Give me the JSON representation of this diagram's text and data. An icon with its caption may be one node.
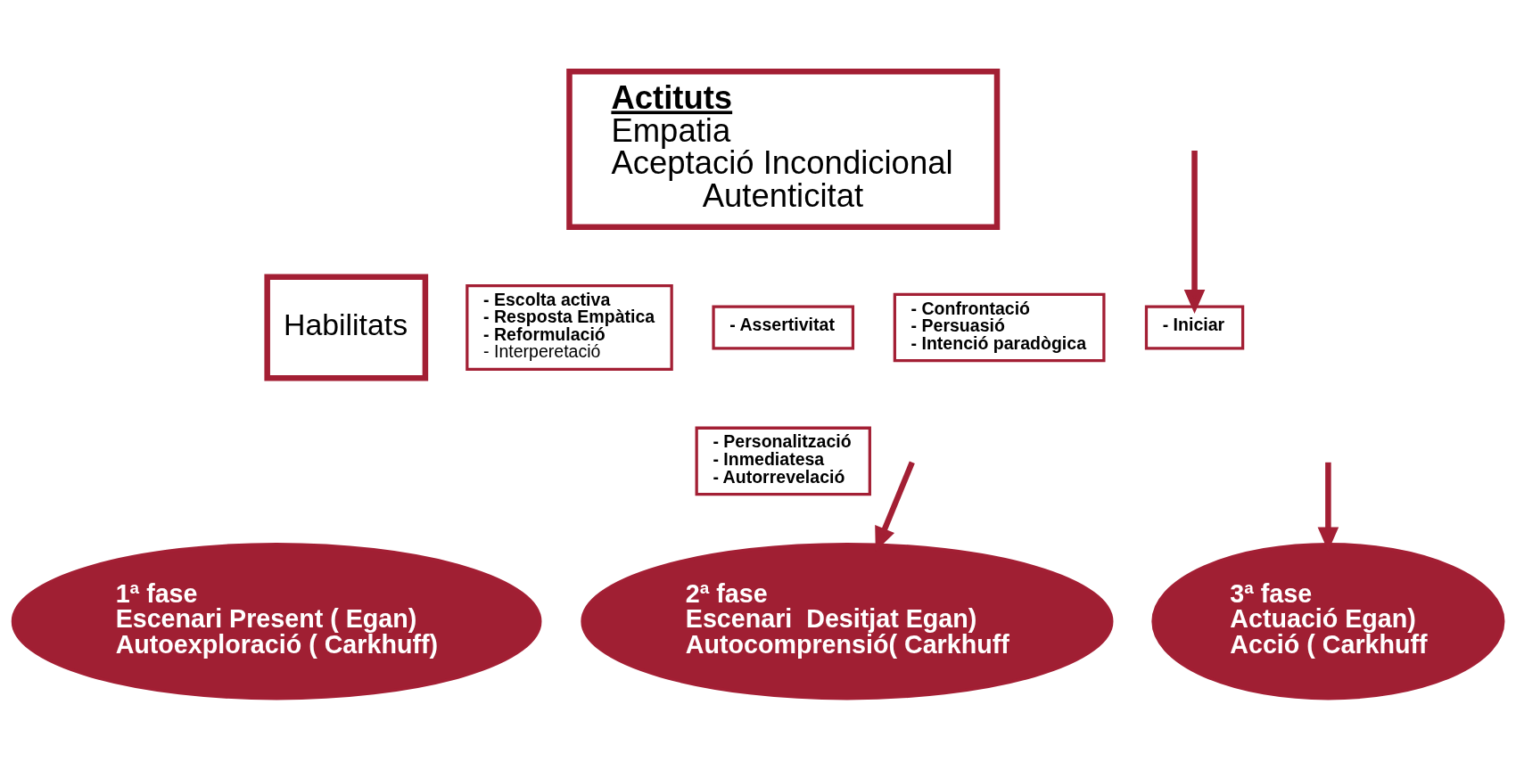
{
  "diagram": {
    "nodes": [
      {
        "text": [
          "Actituts",
          "Empatia",
          "Aceptació Incondicional",
          "Autenticitat"
        ]
      },
      {
        "text": [
          "Habilitats"
        ]
      },
      {
        "text": [
          "- Escolta activa",
          "- Resposta Empàtica",
          "- Reformulació",
          "- Interperetació"
        ]
      },
      {
        "text": [
          "- Assertivitat"
        ]
      },
      {
        "text": [
          "- Confrontació",
          "- Persuasió",
          "- Intenció paradògica"
        ]
      },
      {
        "text": [
          "- Iniciar"
        ]
      },
      {
        "text": [
          "- Personalització",
          "- Inmediatesa",
          "- Autorrevelació"
        ]
      },
      {
        "text": [
          "1ª fase",
          "Escenari Present ( Egan)",
          "Autoexploració ( Carkhuff)"
        ]
      },
      {
        "text": [
          "2ª fase",
          "Escenari  Desitjat Egan)",
          "Autocomprensió( Carkhuff"
        ]
      },
      {
        "text": [
          "3ª fase",
          "Actuació Egan)",
          "Acció ( Carkhuff"
        ]
      }
    ],
    "edges": [
      {
        "from": null,
        "to": 8,
        "arrow": "to"
      },
      {
        "from": null,
        "to": 9,
        "arrow": "to"
      },
      {
        "from": null,
        "to": 5,
        "arrow": "to"
      }
    ]
  }
}
